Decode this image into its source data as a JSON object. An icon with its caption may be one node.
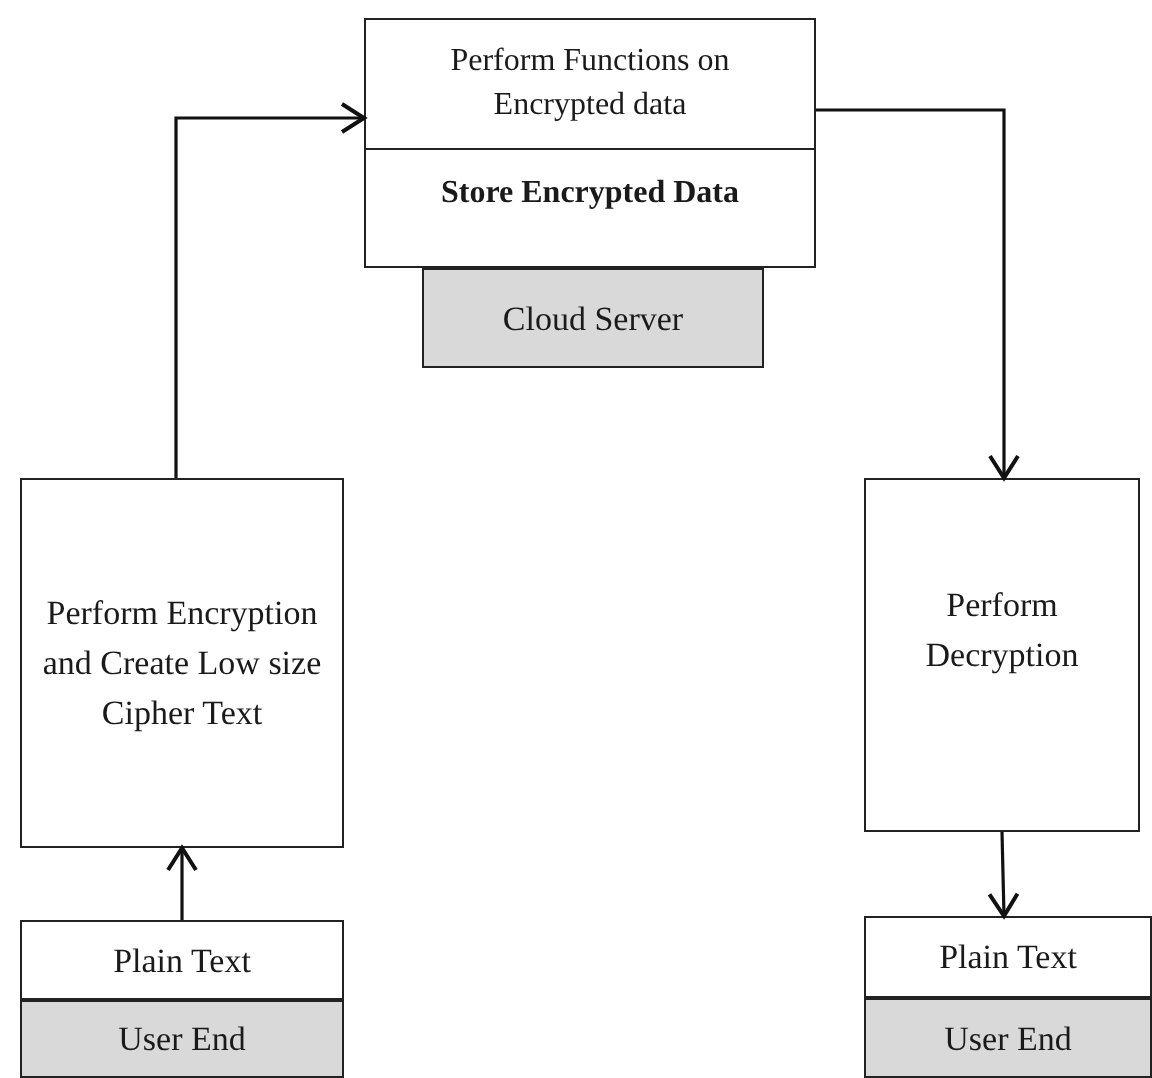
{
  "diagram": {
    "nodes": [
      {
        "text": [
          "Perform Functions on Encrypted data",
          "Store Encrypted Data"
        ]
      },
      {
        "text": [
          "Cloud Server"
        ]
      },
      {
        "text": [
          "Perform Encryption and Create Low size Cipher Text"
        ]
      },
      {
        "text": [
          "Plain Text"
        ]
      },
      {
        "text": [
          "User End"
        ]
      },
      {
        "text": [
          "Perform Decryption"
        ]
      },
      {
        "text": [
          "Plain Text"
        ]
      },
      {
        "text": [
          "User End"
        ]
      }
    ],
    "edges": [
      {
        "from": 3,
        "to": 2,
        "arrow": "to"
      },
      {
        "from": 2,
        "to": 0,
        "arrow": "to"
      },
      {
        "from": 0,
        "to": 5,
        "arrow": "to"
      },
      {
        "from": 5,
        "to": 6,
        "arrow": "to"
      }
    ]
  }
}
